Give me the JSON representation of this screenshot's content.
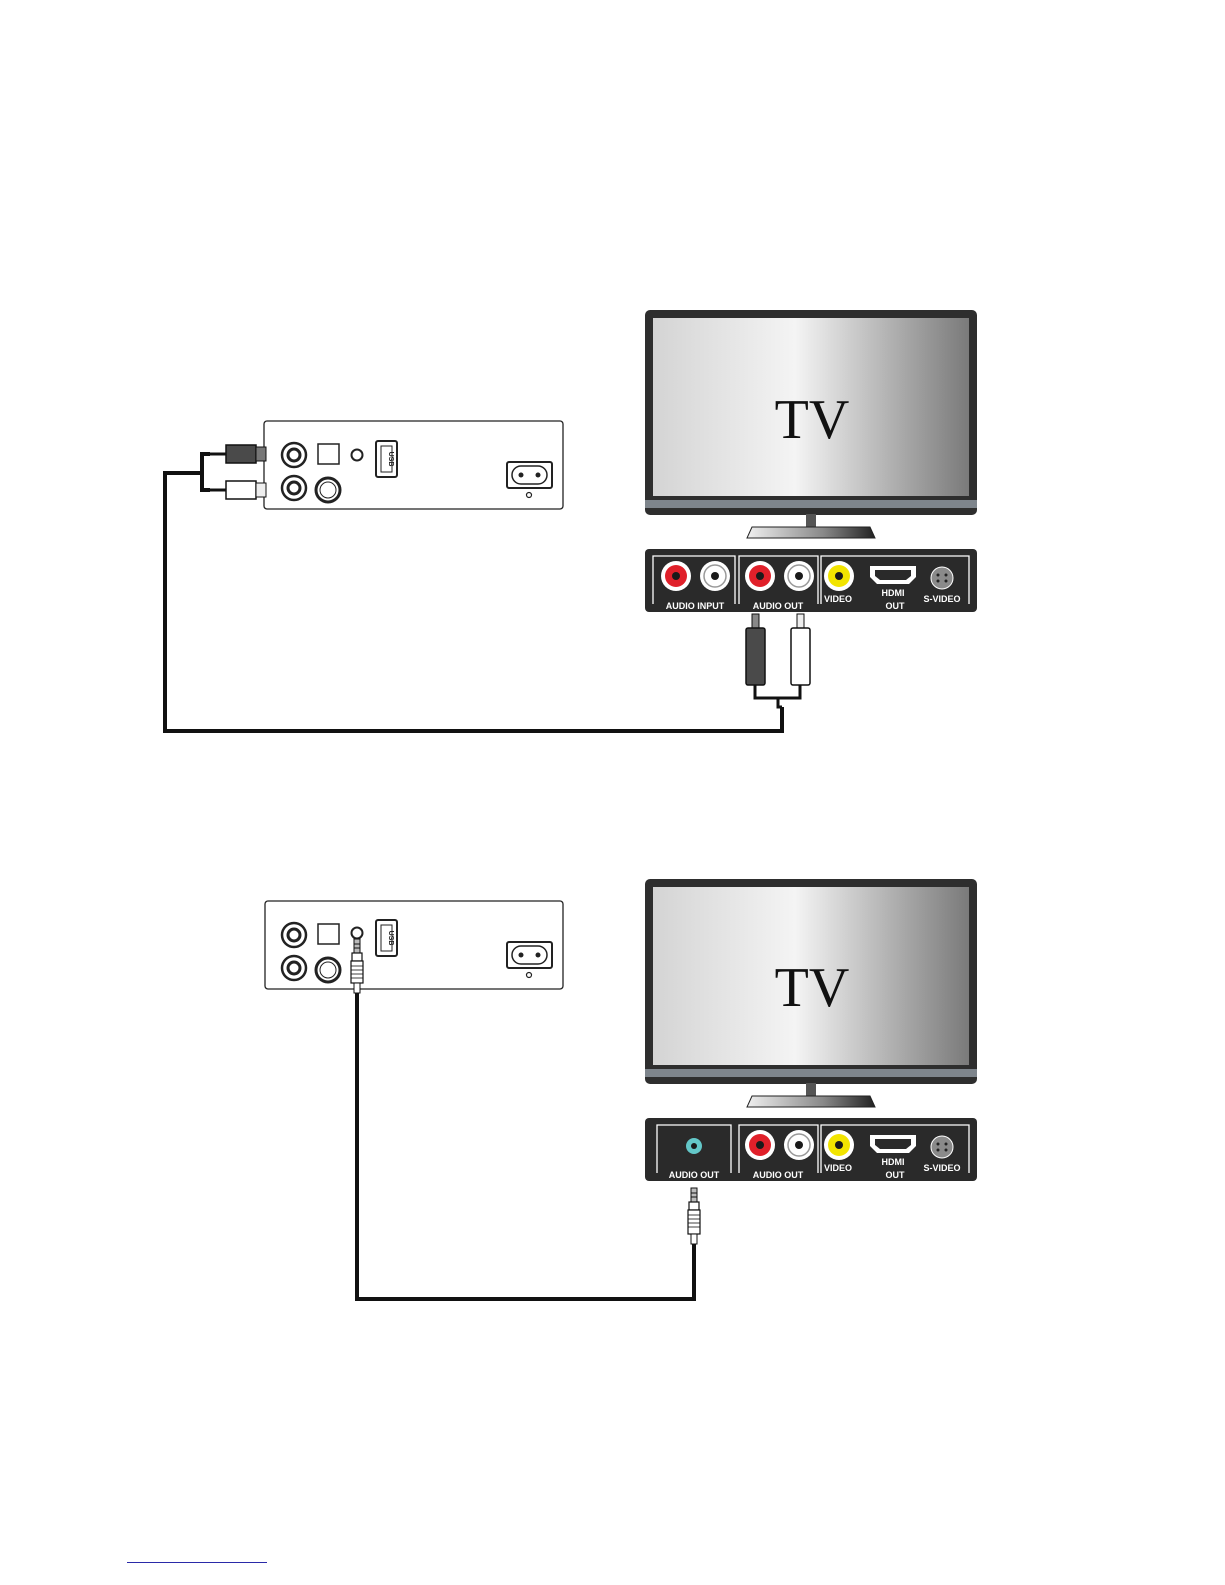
{
  "tv": {
    "label": "TV"
  },
  "panel_top": {
    "group1": "AUDIO INPUT",
    "group2": "AUDIO  OUT",
    "video": "VIDEO",
    "hdmi": "HDMI",
    "svideo": "S-VIDEO",
    "out": "OUT"
  },
  "panel_bottom": {
    "group1": "AUDIO  OUT",
    "group2": "AUDIO  OUT",
    "video": "VIDEO",
    "hdmi": "HDMI",
    "svideo": "S-VIDEO",
    "out": "OUT"
  },
  "usb_label": "USB",
  "colors": {
    "rca_red": "#e0202a",
    "rca_yellow": "#f2e400",
    "jack_cyan": "#63c7c8",
    "panel": "#2a2a2a",
    "cable": "#111111"
  }
}
